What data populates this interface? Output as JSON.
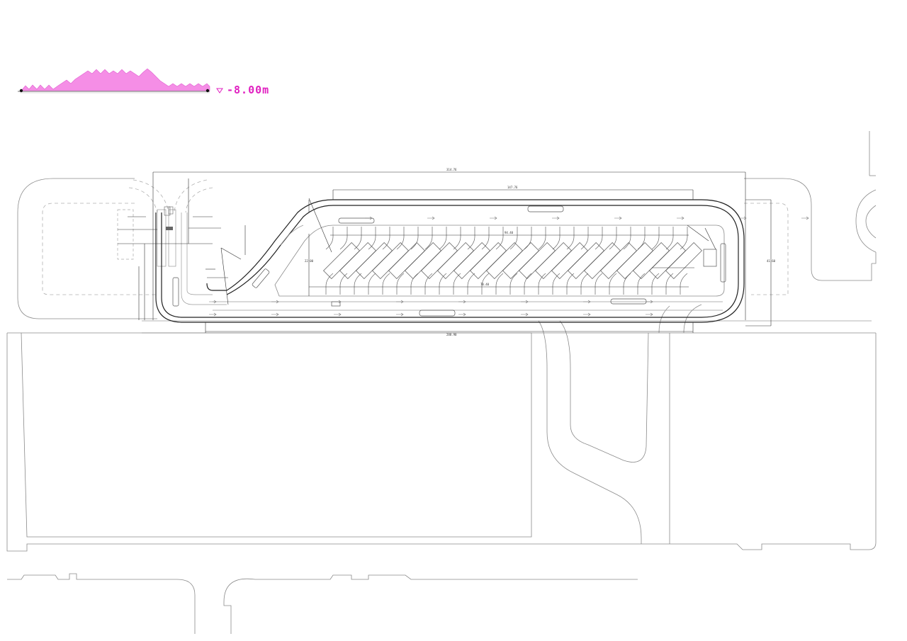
{
  "level_label": "-8.00m",
  "colors": {
    "accent": "#e020c0",
    "profile_fill": "#f58ee6",
    "line": "#8a8a8a"
  },
  "dimensions": {
    "top_overall": "314.76",
    "top_inner": "147.76",
    "inner_row": "94.40",
    "bottom_row": "70.40",
    "bottom_overall": "288.90",
    "right_height": "41.60",
    "mid_height": "22.00"
  }
}
